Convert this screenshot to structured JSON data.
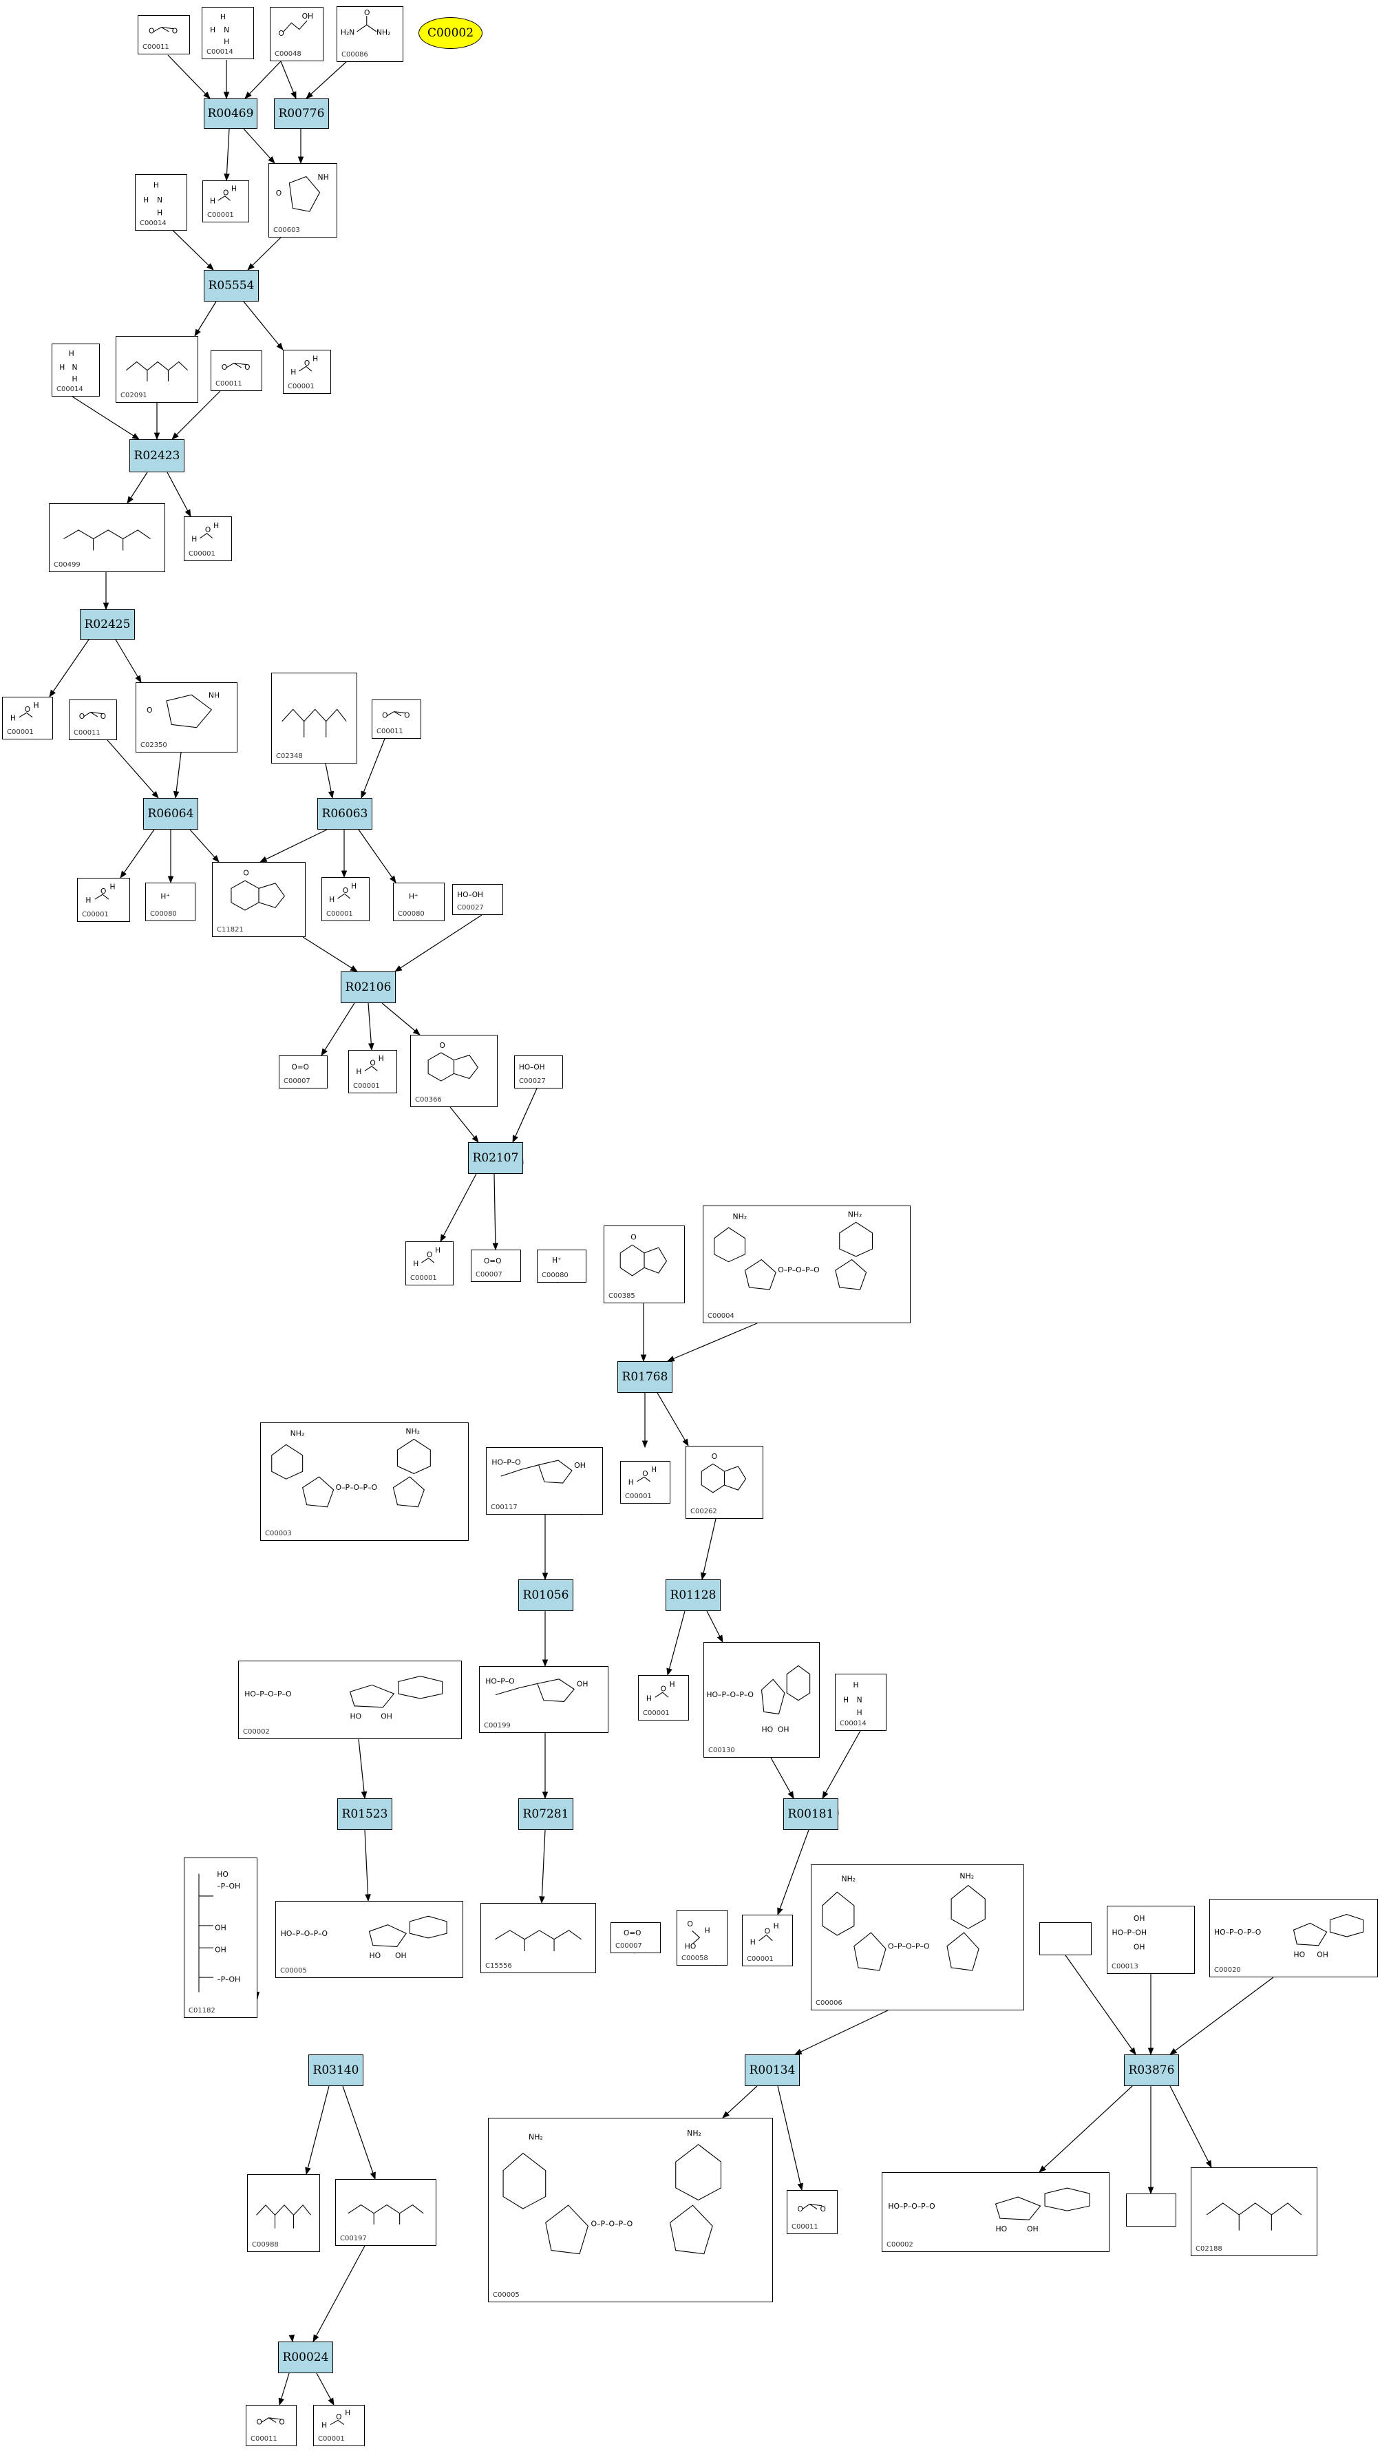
{
  "highlight": {
    "label": "C00002",
    "color": "#ffff00"
  },
  "colors": {
    "reaction_fill": "#add8e6",
    "edge": "#000000"
  },
  "reactions": [
    {
      "id": "R00469"
    },
    {
      "id": "R00776"
    },
    {
      "id": "R05554"
    },
    {
      "id": "R02423"
    },
    {
      "id": "R02425"
    },
    {
      "id": "R06064"
    },
    {
      "id": "R06063"
    },
    {
      "id": "R02106"
    },
    {
      "id": "R02107"
    },
    {
      "id": "R01768"
    },
    {
      "id": "R01056"
    },
    {
      "id": "R01128"
    },
    {
      "id": "R01523"
    },
    {
      "id": "R07281"
    },
    {
      "id": "R00181"
    },
    {
      "id": "R03140"
    },
    {
      "id": "R00134"
    },
    {
      "id": "R03876"
    },
    {
      "id": "R00024"
    }
  ],
  "compounds": [
    {
      "id": "C00011",
      "struct": "co2"
    },
    {
      "id": "C00014",
      "struct": "nh3"
    },
    {
      "id": "C00048",
      "struct": "glyoxylate"
    },
    {
      "id": "C00086",
      "struct": "urea"
    },
    {
      "id": "C00001",
      "struct": "water"
    },
    {
      "id": "C00603",
      "struct": "ring"
    },
    {
      "id": "C00014",
      "struct": "nh3"
    },
    {
      "id": "C00014",
      "struct": "nh3"
    },
    {
      "id": "C02091",
      "struct": "chain"
    },
    {
      "id": "C00011",
      "struct": "co2"
    },
    {
      "id": "C00001",
      "struct": "water"
    },
    {
      "id": "C00499",
      "struct": "chain"
    },
    {
      "id": "C00001",
      "struct": "water"
    },
    {
      "id": "C00001",
      "struct": "water"
    },
    {
      "id": "C00011",
      "struct": "co2"
    },
    {
      "id": "C02350",
      "struct": "ring"
    },
    {
      "id": "C02348",
      "struct": "chain"
    },
    {
      "id": "C00011",
      "struct": "co2"
    },
    {
      "id": "C00001",
      "struct": "water"
    },
    {
      "id": "C00080",
      "struct": "proton"
    },
    {
      "id": "C11821",
      "struct": "purine"
    },
    {
      "id": "C00001",
      "struct": "water"
    },
    {
      "id": "C00080",
      "struct": "proton"
    },
    {
      "id": "C00027",
      "struct": "peroxide"
    },
    {
      "id": "C00007",
      "struct": "oxygen"
    },
    {
      "id": "C00001",
      "struct": "water"
    },
    {
      "id": "C00366",
      "struct": "purine"
    },
    {
      "id": "C00027",
      "struct": "peroxide"
    },
    {
      "id": "C00001",
      "struct": "water"
    },
    {
      "id": "C00007",
      "struct": "oxygen"
    },
    {
      "id": "C00080",
      "struct": "proton"
    },
    {
      "id": "C00385",
      "struct": "purine"
    },
    {
      "id": "C00004",
      "struct": "nucleotide2"
    },
    {
      "id": "C00003",
      "struct": "nucleotide2"
    },
    {
      "id": "C00117",
      "struct": "sugar"
    },
    {
      "id": "C00001",
      "struct": "water"
    },
    {
      "id": "C00262",
      "struct": "purine"
    },
    {
      "id": "C00002",
      "struct": "nucleotide"
    },
    {
      "id": "C00199",
      "struct": "sugar"
    },
    {
      "id": "C00001",
      "struct": "water"
    },
    {
      "id": "C00130",
      "struct": "nucleotide"
    },
    {
      "id": "C00014",
      "struct": "nh3"
    },
    {
      "id": "C01182",
      "struct": "chain_v"
    },
    {
      "id": "C00005",
      "struct": "nucleotide"
    },
    {
      "id": "C15556",
      "struct": "chain"
    },
    {
      "id": "C00007",
      "struct": "oxygen"
    },
    {
      "id": "C00058",
      "struct": "formate"
    },
    {
      "id": "C00001",
      "struct": "water"
    },
    {
      "id": "C00006",
      "struct": "nucleotide2"
    },
    {
      "id": "",
      "struct": "none"
    },
    {
      "id": "C00013",
      "struct": "phosphate"
    },
    {
      "id": "C00020",
      "struct": "nucleotide"
    },
    {
      "id": "C00988",
      "struct": "chain"
    },
    {
      "id": "C00197",
      "struct": "chain"
    },
    {
      "id": "C00005",
      "struct": "nucleotide2"
    },
    {
      "id": "C00011",
      "struct": "co2"
    },
    {
      "id": "C00002",
      "struct": "nucleotide"
    },
    {
      "id": "",
      "struct": "none"
    },
    {
      "id": "C02188",
      "struct": "chain"
    },
    {
      "id": "C00011",
      "struct": "co2"
    },
    {
      "id": "C00001",
      "struct": "water"
    }
  ]
}
